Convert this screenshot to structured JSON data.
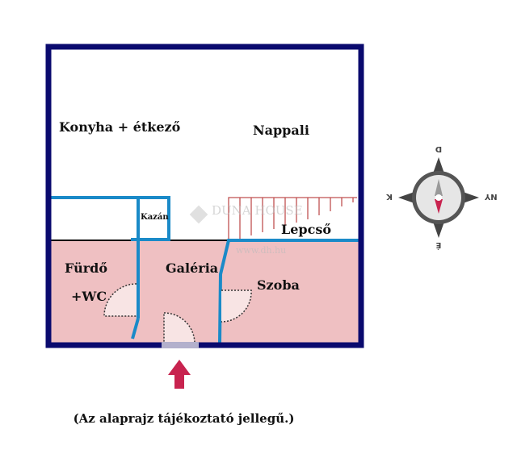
{
  "rooms": {
    "kitchen": "Konyha + étkező",
    "living": "Nappali",
    "boiler": "Kazán",
    "stairs": "Lepcső",
    "bath_line1": "Fürdő",
    "bath_line2": "+WC",
    "gallery": "Galéria",
    "bedroom": "Szoba"
  },
  "watermark": {
    "brand": "DUNA HOUSE",
    "url": "www.dh.hu"
  },
  "compass": {
    "north": "É",
    "south": "D",
    "east": "K",
    "west": "NY"
  },
  "caption": "(Az alaprajz tájékoztató jellegű.)",
  "colors": {
    "outer_wall": "#0a0a6e",
    "inner_wall": "#1a8ac8",
    "floor_pink": "#efc0c2",
    "stairs": "#c05050",
    "arrow": "#c8234f"
  }
}
